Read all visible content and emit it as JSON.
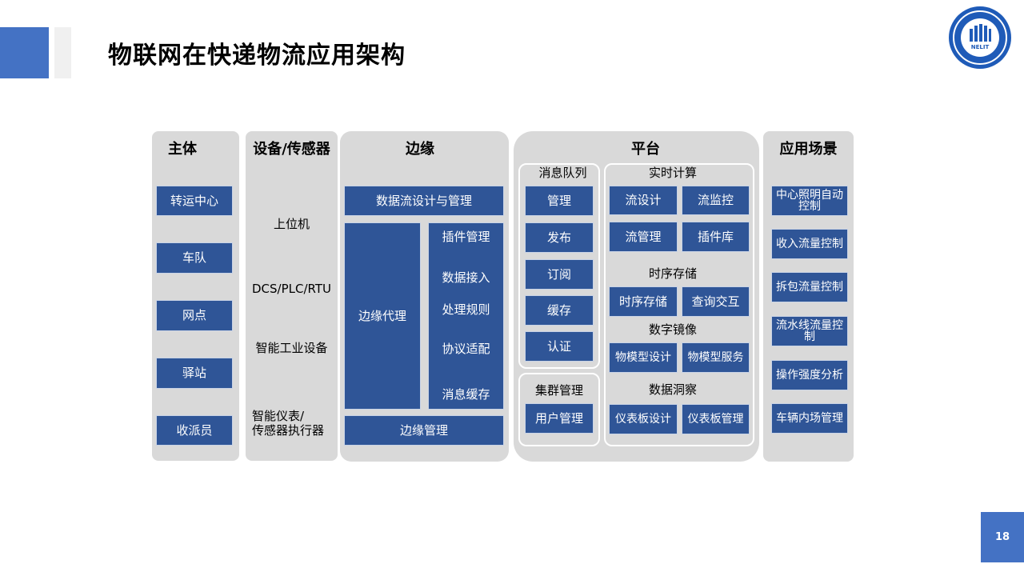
{
  "title": "物联网在快递物流应用架构",
  "logo_text": "NELIT",
  "page_number": "18",
  "columns": {
    "subject": {
      "header": "主体",
      "items": [
        "转运中心",
        "车队",
        "网点",
        "驿站",
        "收派员"
      ]
    },
    "devices": {
      "header": "设备/传感器",
      "items": [
        "上位机",
        "DCS/PLC/RTU",
        "智能工业设备",
        "智能仪表/",
        "传感器执行器"
      ]
    },
    "edge": {
      "header": "边缘",
      "top": "数据流设计与管理",
      "agent": "边缘代理",
      "modules": [
        "插件管理",
        "数据接入",
        "处理规则",
        "协议适配",
        "消息缓存"
      ],
      "bottom": "边缘管理"
    },
    "platform": {
      "header": "平台",
      "mq": {
        "label": "消息队列",
        "items": [
          "管理",
          "发布",
          "订阅",
          "缓存",
          "认证"
        ]
      },
      "cluster": {
        "label": "集群管理",
        "item": "用户管理"
      },
      "realtime": {
        "label": "实时计算",
        "items": [
          "流设计",
          "流监控",
          "流管理",
          "插件库"
        ]
      },
      "timeseries": {
        "label": "时序存储",
        "items": [
          "时序存储",
          "查询交互"
        ]
      },
      "twin": {
        "label": "数字镜像",
        "items": [
          "物模型设计",
          "物模型服务"
        ]
      },
      "insight": {
        "label": "数据洞察",
        "items": [
          "仪表板设计",
          "仪表板管理"
        ]
      }
    },
    "scenarios": {
      "header": "应用场景",
      "items": [
        "中心照明自动控制",
        "收入流量控制",
        "拆包流量控制",
        "流水线流量控制",
        "操作强度分析",
        "车辆内场管理"
      ]
    }
  }
}
